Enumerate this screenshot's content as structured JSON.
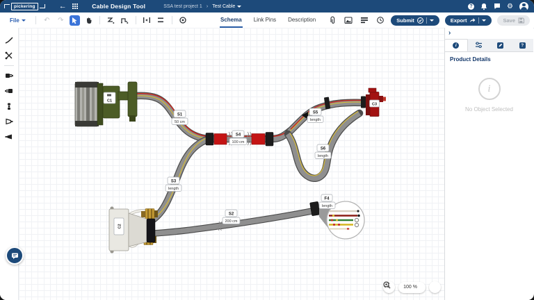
{
  "navbar": {
    "brand": "pickering",
    "title": "Cable Design Tool",
    "project": "SSA test project 1",
    "separator": "›",
    "cable": "Test Cable"
  },
  "menubar": {
    "file": "File"
  },
  "tabs": {
    "schema": "Schema",
    "link_pins": "Link Pins",
    "description": "Description"
  },
  "actions": {
    "submit": "Submit",
    "export": "Export",
    "save": "Save"
  },
  "panel": {
    "title": "Product Details",
    "empty": "No Object Selected",
    "info_glyph": "i",
    "help_glyph": "?",
    "collapse_glyph": "›"
  },
  "icons": {
    "back": "←",
    "undo": "↶",
    "redo": "↷",
    "gear": "⚙",
    "help": "?"
  },
  "canvas": {
    "connectors": {
      "c1": "C1",
      "c2": "C2",
      "c3": "C3"
    },
    "segments": {
      "s1": {
        "name": "S1",
        "length": "50 cm"
      },
      "s2": {
        "name": "S2",
        "length": "200 cm"
      },
      "s3": {
        "name": "S3",
        "length": "length"
      },
      "s4": {
        "name": "S4",
        "length": "100 cm"
      },
      "s5": {
        "name": "S5",
        "length": "length"
      },
      "s6": {
        "name": "S6",
        "length": "length"
      },
      "f4": {
        "name": "F4",
        "length": "length"
      }
    },
    "zoom_level": "100 %"
  },
  "colors": {
    "navbar_blue": "#1d4a7a",
    "accent_blue": "#3b74d9",
    "tab_underline": "#2b5ea7",
    "cable_gray": "#8f8f8f",
    "shrink_red": "#c41414",
    "stripe_red": "#c8281e",
    "stripe_yellow": "#d9bc32",
    "connector_green": "#4c5c26"
  }
}
